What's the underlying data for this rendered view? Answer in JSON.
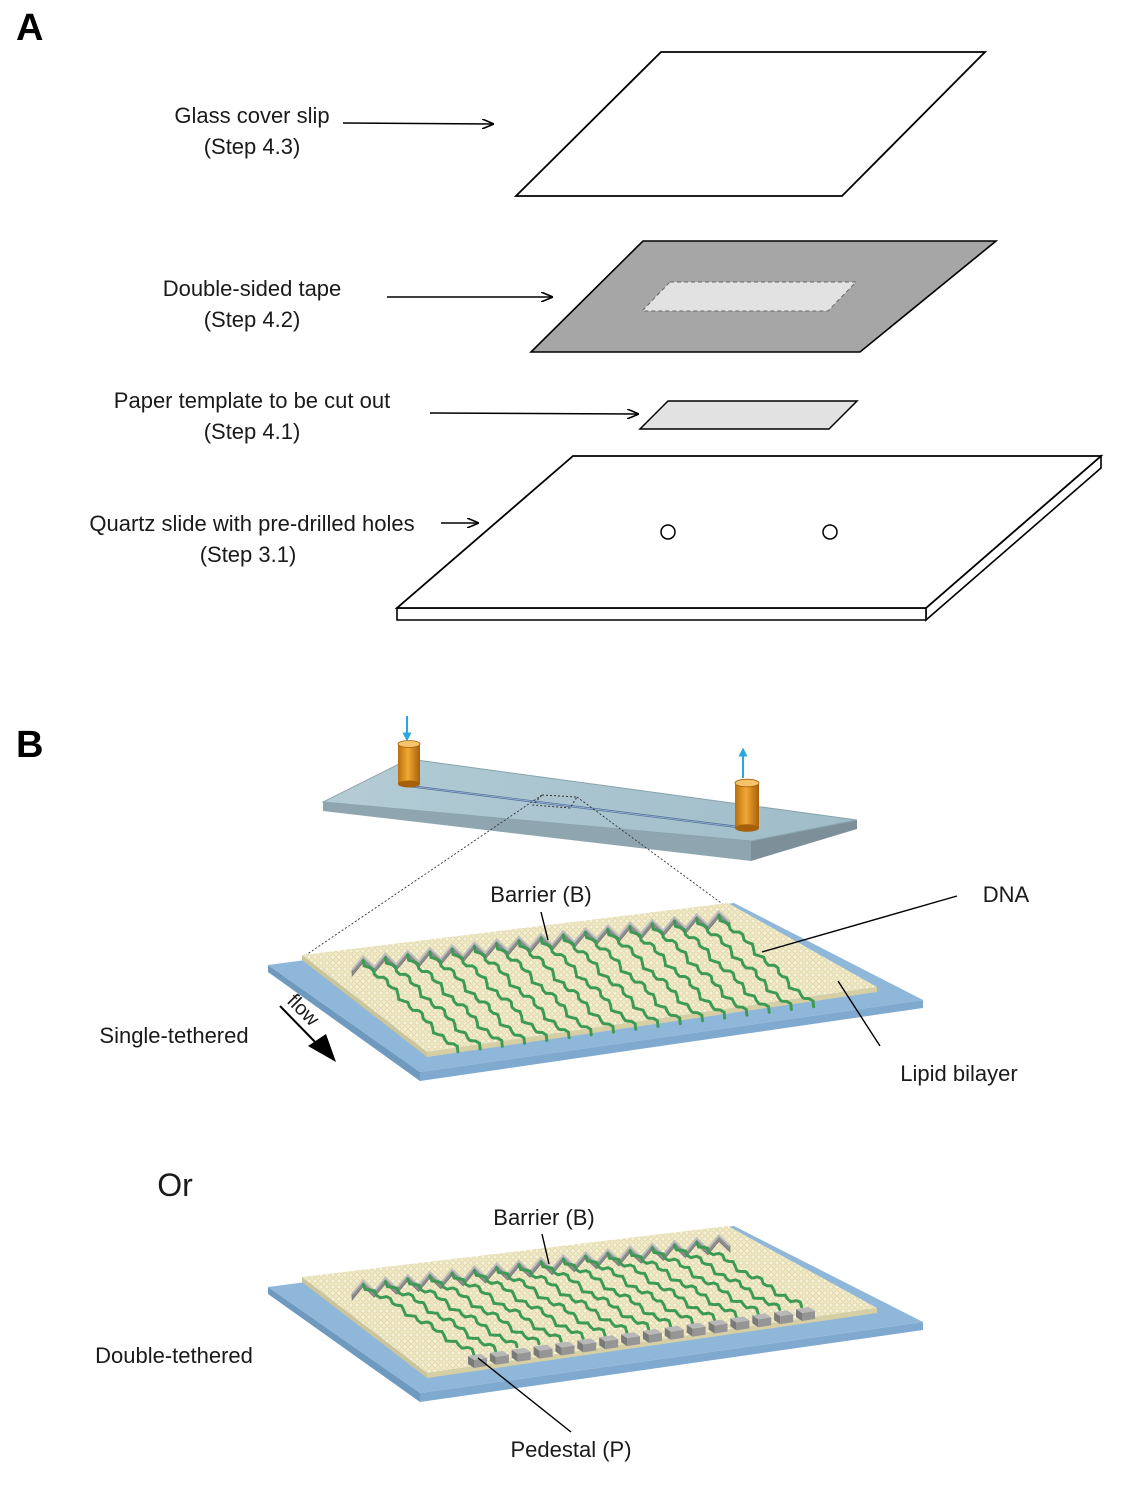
{
  "panel_a": {
    "letter": "A",
    "layers": [
      {
        "label": "Glass cover slip",
        "step": "(Step 4.3)"
      },
      {
        "label": "Double-sided tape",
        "step": "(Step 4.2)"
      },
      {
        "label": "Paper template to be cut out",
        "step": "(Step 4.1)"
      },
      {
        "label": "Quartz slide with pre-drilled holes",
        "step": "(Step 3.1)"
      }
    ]
  },
  "panel_b": {
    "letter": "B",
    "single": {
      "title": "Single-tethered",
      "barrier_label": "Barrier (B)",
      "dna_label": "DNA",
      "lipid_label": "Lipid bilayer",
      "flow_label": "flow"
    },
    "or_label": "Or",
    "double": {
      "title": "Double-tethered",
      "barrier_label": "Barrier (B)",
      "pedestal_label": "Pedestal (P)"
    }
  },
  "colors": {
    "tape_gray": "#a6a6a6",
    "template_gray": "#e2e2e2",
    "flowcell_blue": "#a9c4cf",
    "substrate_blue": "#8fb7d9",
    "lipid_cream": "#efe8c2",
    "dna_green": "#3c9a55",
    "tube_orange": "#e0921e",
    "arrow_cyan": "#29a8df"
  }
}
